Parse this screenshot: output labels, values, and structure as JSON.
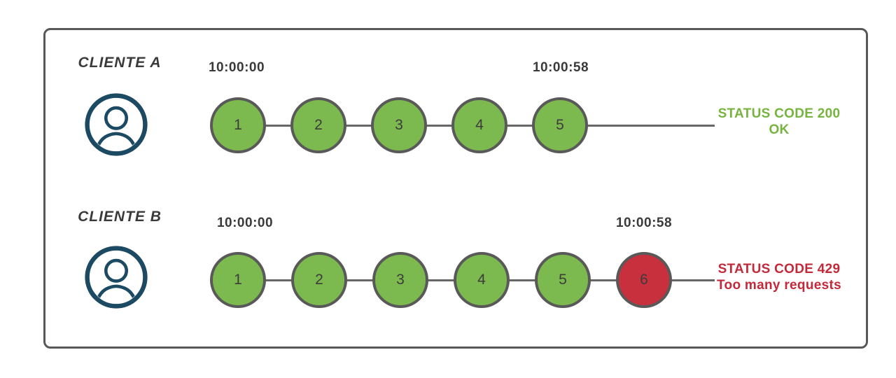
{
  "colors": {
    "green": "#7cb94e",
    "red": "#c9303e",
    "status_green": "#77b43f",
    "status_red": "#c4293a",
    "navy": "#1c4a63",
    "line": "#666666",
    "node_border": "#595959",
    "frame_border": "#58585a",
    "text": "#3a3a3a"
  },
  "icons": {
    "client_avatar": "user-silhouette-in-circle"
  },
  "rows": [
    {
      "client_label": "CLIENTE A",
      "start_time": "10:00:00",
      "end_time": "10:00:58",
      "status_color": "green",
      "status_line1": "STATUS CODE 200",
      "status_line2": "OK",
      "requests": [
        {
          "n": "1",
          "status": "ok"
        },
        {
          "n": "2",
          "status": "ok"
        },
        {
          "n": "3",
          "status": "ok"
        },
        {
          "n": "4",
          "status": "ok"
        },
        {
          "n": "5",
          "status": "ok"
        }
      ]
    },
    {
      "client_label": "CLIENTE B",
      "start_time": "10:00:00",
      "end_time": "10:00:58",
      "status_color": "red",
      "status_line1": "STATUS CODE 429",
      "status_line2": "Too many requests",
      "requests": [
        {
          "n": "1",
          "status": "ok"
        },
        {
          "n": "2",
          "status": "ok"
        },
        {
          "n": "3",
          "status": "ok"
        },
        {
          "n": "4",
          "status": "ok"
        },
        {
          "n": "5",
          "status": "ok"
        },
        {
          "n": "6",
          "status": "limited"
        }
      ]
    }
  ]
}
